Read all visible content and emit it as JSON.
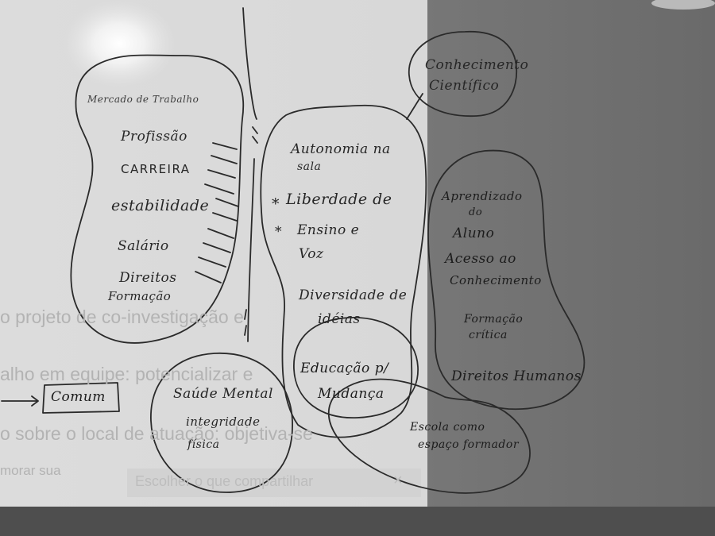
{
  "projection": {
    "lines": [
      "o projeto de co-investigação e",
      "alho em equipe: potencializar e",
      "o sobre o local de atuação: objetiva-se",
      "morar sua"
    ],
    "share_bar": {
      "label": "Escolher o que compartilhar",
      "close": "×"
    }
  },
  "whiteboard": {
    "left_group": {
      "title": "Mercado de Trabalho",
      "items": [
        "Profissão",
        "CARREIRA",
        "estabilidade",
        "Salário",
        "Direitos",
        "Formação"
      ]
    },
    "center_group": {
      "items": [
        "Autonomia na",
        "sala",
        "Liberdade de",
        "Ensino e",
        "Voz",
        "Diversidade de",
        "idéias"
      ],
      "bullet_mark": "*"
    },
    "top_circle": {
      "lines": [
        "Conhecimento",
        "Científico"
      ]
    },
    "right_group": {
      "items": [
        "Aprendizado",
        "do",
        "Aluno",
        "Acesso ao",
        "Conhecimento",
        "Formação",
        "crítica",
        "Direitos Humanos"
      ]
    },
    "bottom_left_circle": {
      "lines": [
        "Saúde Mental",
        "integridade",
        "física"
      ]
    },
    "middle_circle": {
      "lines": [
        "Educação p/",
        "Mudança"
      ]
    },
    "bottom_right_circle": {
      "lines": [
        "Escola como",
        "espaço formador"
      ]
    },
    "box": {
      "label": "Comum"
    }
  }
}
